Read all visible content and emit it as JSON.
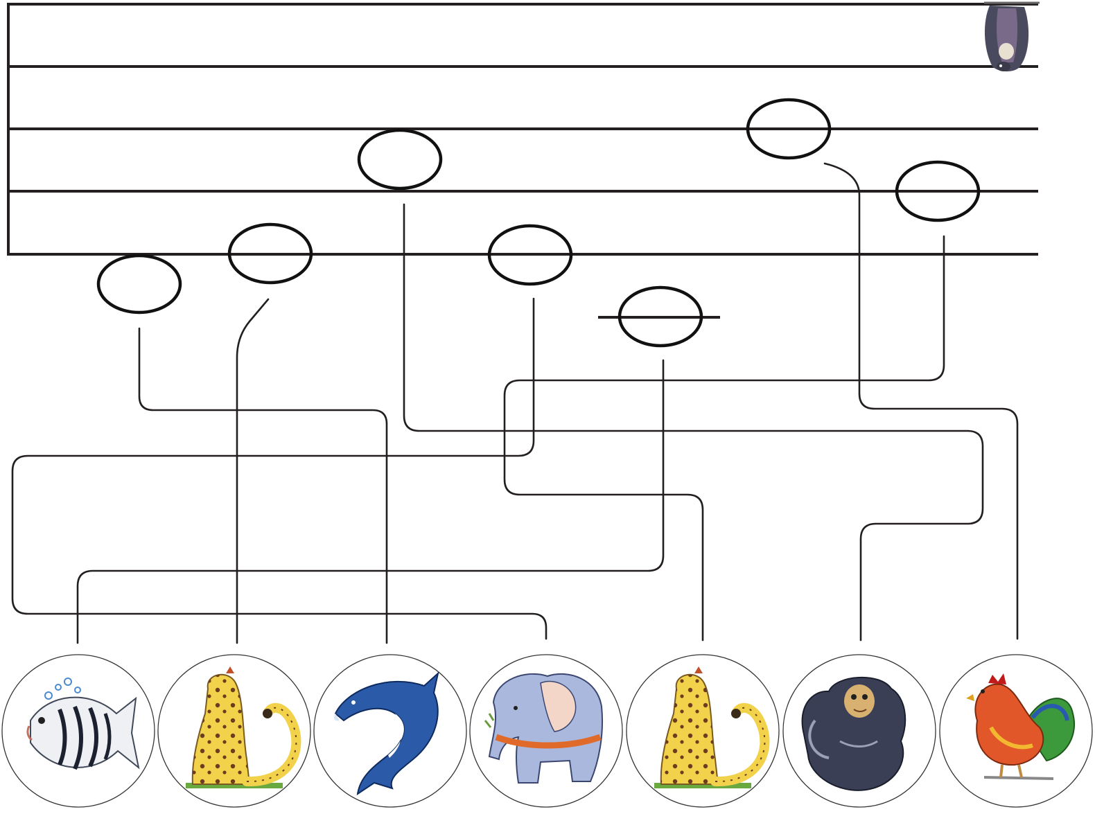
{
  "diagram": {
    "staff": {
      "lines": 5
    },
    "notes": [
      {
        "id": "note-1",
        "ledger": false
      },
      {
        "id": "note-2",
        "ledger": false
      },
      {
        "id": "note-3",
        "ledger": false
      },
      {
        "id": "note-4",
        "ledger": false
      },
      {
        "id": "note-5",
        "ledger": true
      },
      {
        "id": "note-6",
        "ledger": false
      },
      {
        "id": "note-7",
        "ledger": false
      }
    ],
    "animals": [
      {
        "icon": "fish-icon",
        "name": "fish"
      },
      {
        "icon": "leopard-icon",
        "name": "leopard"
      },
      {
        "icon": "dolphin-icon",
        "name": "dolphin"
      },
      {
        "icon": "elephant-icon",
        "name": "elephant"
      },
      {
        "icon": "leopard-icon",
        "name": "leopard"
      },
      {
        "icon": "monkey-icon",
        "name": "monkey"
      },
      {
        "icon": "rooster-icon",
        "name": "rooster"
      }
    ],
    "corner_icon": "hanging-bat-icon",
    "colors": {
      "line": "#231f20",
      "leopard": "#f2d24a",
      "dolphin": "#2a5aa8",
      "elephant": "#a9b8dc",
      "monkey": "#3a3f55",
      "fish": "#8a94a8",
      "rooster_body": "#e2572a",
      "rooster_tail": "#3c9a3c"
    }
  }
}
